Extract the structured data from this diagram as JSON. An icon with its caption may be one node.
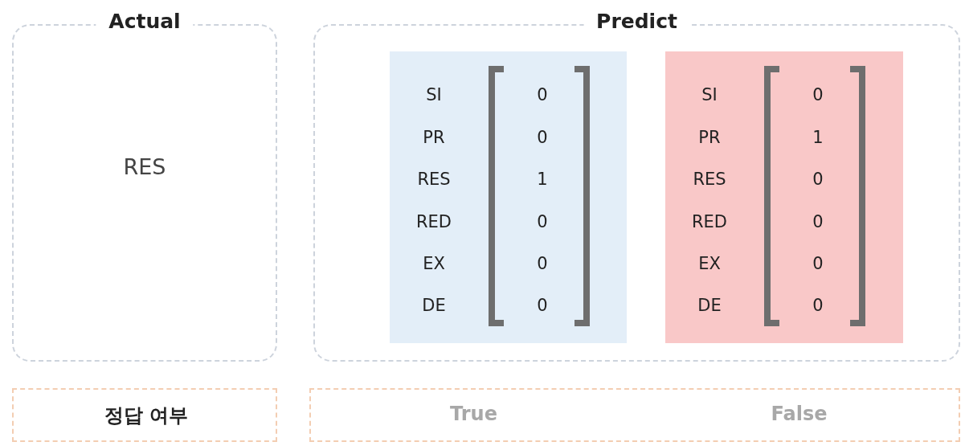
{
  "diagram": {
    "nodes": [
      {
        "text": [
          "Actual",
          "RES"
        ]
      },
      {
        "text": [
          "Predict"
        ]
      },
      {
        "text": [
          "SI",
          "PR",
          "RES",
          "RED",
          "EX",
          "DE",
          "0",
          "0",
          "1",
          "0",
          "0",
          "0"
        ],
        "in": 1
      },
      {
        "text": [
          "SI",
          "PR",
          "RES",
          "RED",
          "EX",
          "DE",
          "0",
          "1",
          "0",
          "0",
          "0",
          "0"
        ],
        "in": 1
      },
      {
        "text": [
          "정답 여부"
        ]
      },
      {
        "text": [
          "True",
          "False"
        ]
      }
    ]
  }
}
